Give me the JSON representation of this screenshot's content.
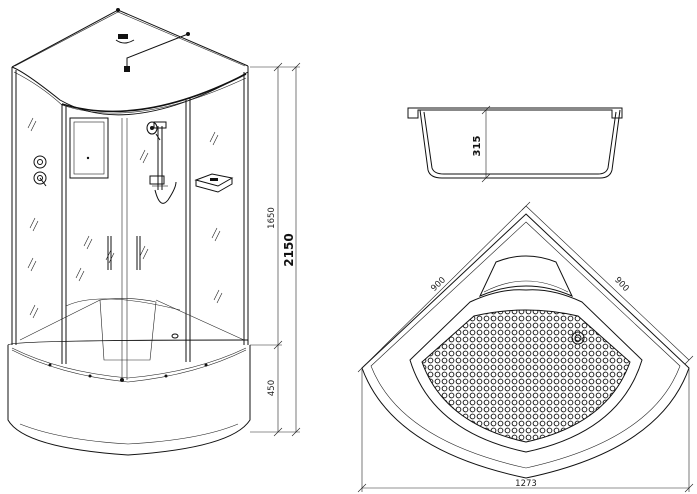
{
  "dimensions": {
    "total_height": "2150",
    "cabin_height": "1650",
    "tray_height": "450",
    "tray_depth": "315",
    "side_left": "900",
    "side_right": "900",
    "diagonal_width": "1273"
  }
}
